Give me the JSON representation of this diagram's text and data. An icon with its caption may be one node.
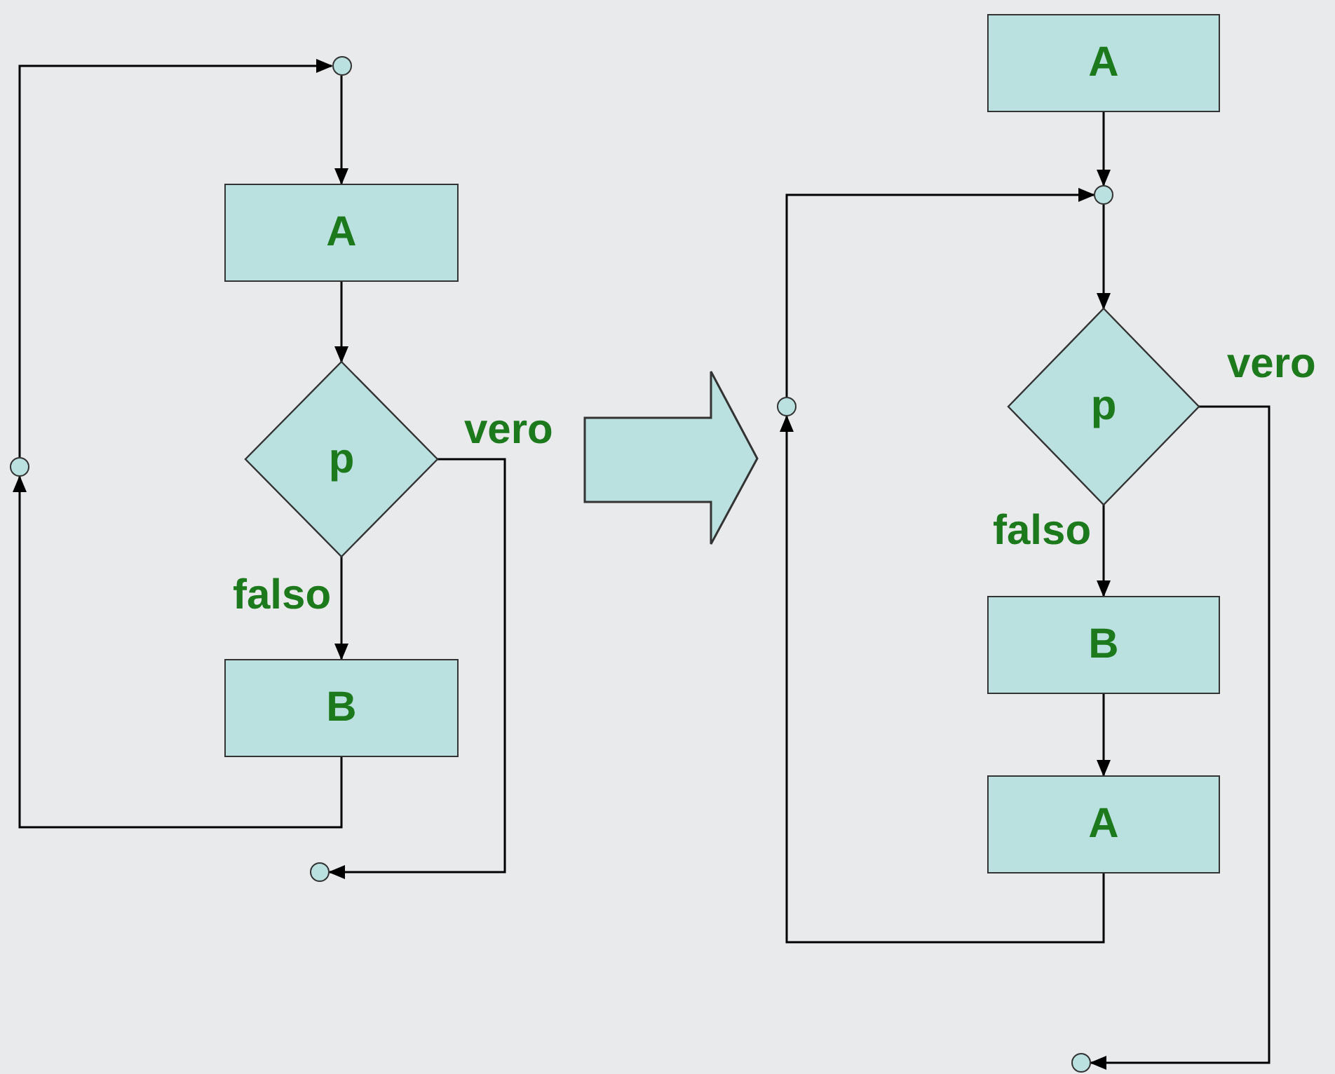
{
  "diagram": {
    "nodes": [
      {
        "text": [],
        "shape": "circle"
      },
      {
        "text": [
          "A"
        ]
      },
      {
        "text": [
          "p"
        ]
      },
      {
        "text": [
          "B"
        ]
      },
      {
        "text": [],
        "shape": "circle"
      },
      {
        "text": [],
        "shape": "circle"
      },
      {
        "text": [
          "A"
        ]
      },
      {
        "text": [],
        "shape": "circle"
      },
      {
        "text": [
          "p"
        ]
      },
      {
        "text": [
          "B"
        ]
      },
      {
        "text": [
          "A"
        ]
      },
      {
        "text": [],
        "shape": "circle"
      },
      {
        "text": [],
        "shape": "circle"
      }
    ],
    "edges": [
      {
        "from": 0,
        "to": 1,
        "arrow": "to"
      },
      {
        "from": 1,
        "to": 2,
        "arrow": "to"
      },
      {
        "from": 2,
        "to": 3,
        "arrow": "to",
        "label": "falso"
      },
      {
        "from": 3,
        "to": 4,
        "arrow": "to"
      },
      {
        "from": 4,
        "to": 0,
        "arrow": "to"
      },
      {
        "from": 2,
        "to": 5,
        "arrow": "to",
        "label": "vero"
      },
      {
        "from": 6,
        "to": 7,
        "arrow": "to"
      },
      {
        "from": 7,
        "to": 8,
        "arrow": "to"
      },
      {
        "from": 8,
        "to": 9,
        "arrow": "to",
        "label": "falso"
      },
      {
        "from": 9,
        "to": 10,
        "arrow": "to"
      },
      {
        "from": 10,
        "to": 11,
        "arrow": "to"
      },
      {
        "from": 11,
        "to": 7,
        "arrow": "to"
      },
      {
        "from": 8,
        "to": 12,
        "arrow": "to",
        "label": "vero"
      }
    ]
  }
}
